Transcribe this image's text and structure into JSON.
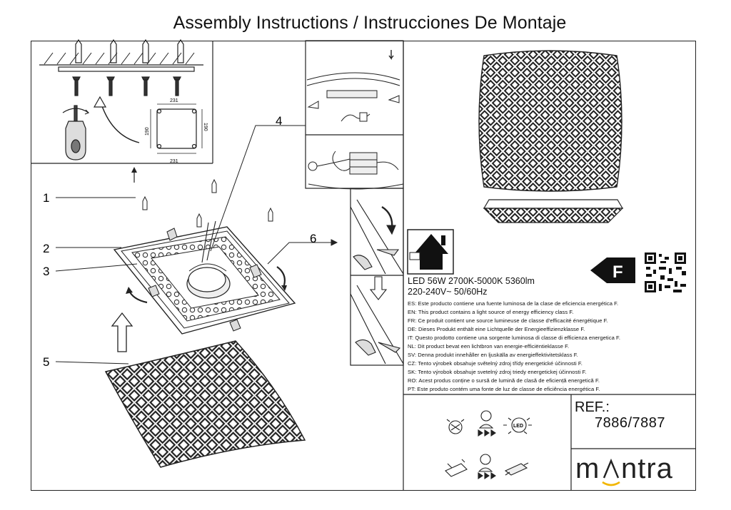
{
  "document": {
    "title": "Assembly Instructions / Instrucciones De Montaje"
  },
  "diagram": {
    "callouts": [
      "1",
      "2",
      "3",
      "4",
      "5",
      "6"
    ],
    "dimensions": {
      "width_top": "231",
      "width_bottom": "231",
      "height_left": "190",
      "height_right": "190"
    }
  },
  "product": {
    "spec_line1": "LED 56W 2700K-5000K 5360lm",
    "spec_line2": "220-240V~ 50/60Hz",
    "energy_class": "F",
    "energy_statements": [
      "ES: Este producto contiene una fuente luminosa de la clase de eficiencia energética F.",
      "EN: This product contains a light source of energy efficiency class F.",
      "FR: Ce produit contient une source lumineuse de classe d'efficacité énergétique F.",
      "DE: Dieses Produkt enthält eine Lichtquelle der Energieeffizienzklasse F.",
      "IT: Questo prodotto contiene una sorgente luminosa di classe di efficienza energetica F.",
      "NL: Dit product bevat een lichtbron van energie-efficiëntieklasse F.",
      "SV: Denna produkt innehåller en ljuskälla av energieffektivitetsklass F.",
      "CZ: Tento výrobek obsahuje světelný zdroj třídy energetické účinnosti F.",
      "SK: Tento výrobok obsahuje svetelný zdroj triedy energetickej účinnosti F.",
      "RO: Acest produs conține o sursă de lumină de clasă de eficiență energetică F.",
      "PT: Este produto contém uma fonte de luz de classe de eficiência energética F."
    ],
    "led_icon_label": "LED"
  },
  "reference": {
    "label": "REF.:",
    "value": "7886/7887"
  },
  "brand": {
    "logo_text": "mAntra"
  }
}
